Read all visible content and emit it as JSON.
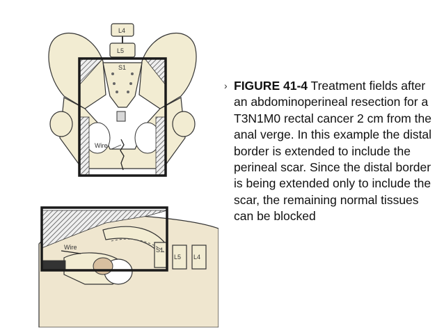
{
  "caption": {
    "label": "FIGURE 41-4",
    "text": " Treatment fields after an abdominoperineal resection for a T3N1M0 rectal cancer 2 cm from the anal verge. In this example the distal border is extended to include the perineal scar. Since the distal border is being extended only to include the scar, the remaining normal tissues can be blocked"
  },
  "figure_ap": {
    "labels": {
      "l4": "L4",
      "l5": "L5",
      "s1": "S1",
      "wire": "Wire"
    }
  },
  "figure_lateral": {
    "labels": {
      "wire": "Wire",
      "s1": "S1",
      "l5": "L5",
      "l4": "L4"
    }
  },
  "colors": {
    "bone_fill": "#f2ecd2",
    "soft_tissue": "#efe6cf",
    "field_border": "#1a1a1a",
    "block_hatch": "#555555"
  }
}
